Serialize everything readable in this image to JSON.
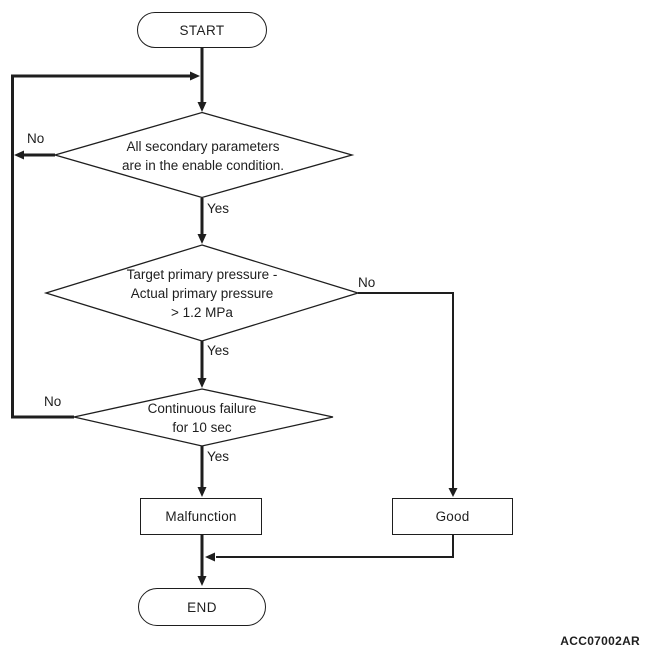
{
  "figure": {
    "code": "ACC07002AR"
  },
  "nodes": {
    "start": {
      "label": "START"
    },
    "decision1": {
      "lines": [
        "All secondary parameters",
        "are in the enable condition."
      ]
    },
    "decision2": {
      "lines": [
        "Target primary pressure -",
        "Actual primary pressure",
        "> 1.2 MPa"
      ]
    },
    "decision3": {
      "lines": [
        "Continuous failure",
        "for 10 sec"
      ]
    },
    "malfunction": {
      "label": "Malfunction"
    },
    "good": {
      "label": "Good"
    },
    "end": {
      "label": "END"
    }
  },
  "branches": {
    "decision1_no": "No",
    "decision1_yes": "Yes",
    "decision2_no": "No",
    "decision2_yes": "Yes",
    "decision3_no": "No",
    "decision3_yes": "Yes"
  },
  "colors": {
    "line": "#1e1e1e",
    "text": "#1e1e1e",
    "background": "#ffffff"
  }
}
